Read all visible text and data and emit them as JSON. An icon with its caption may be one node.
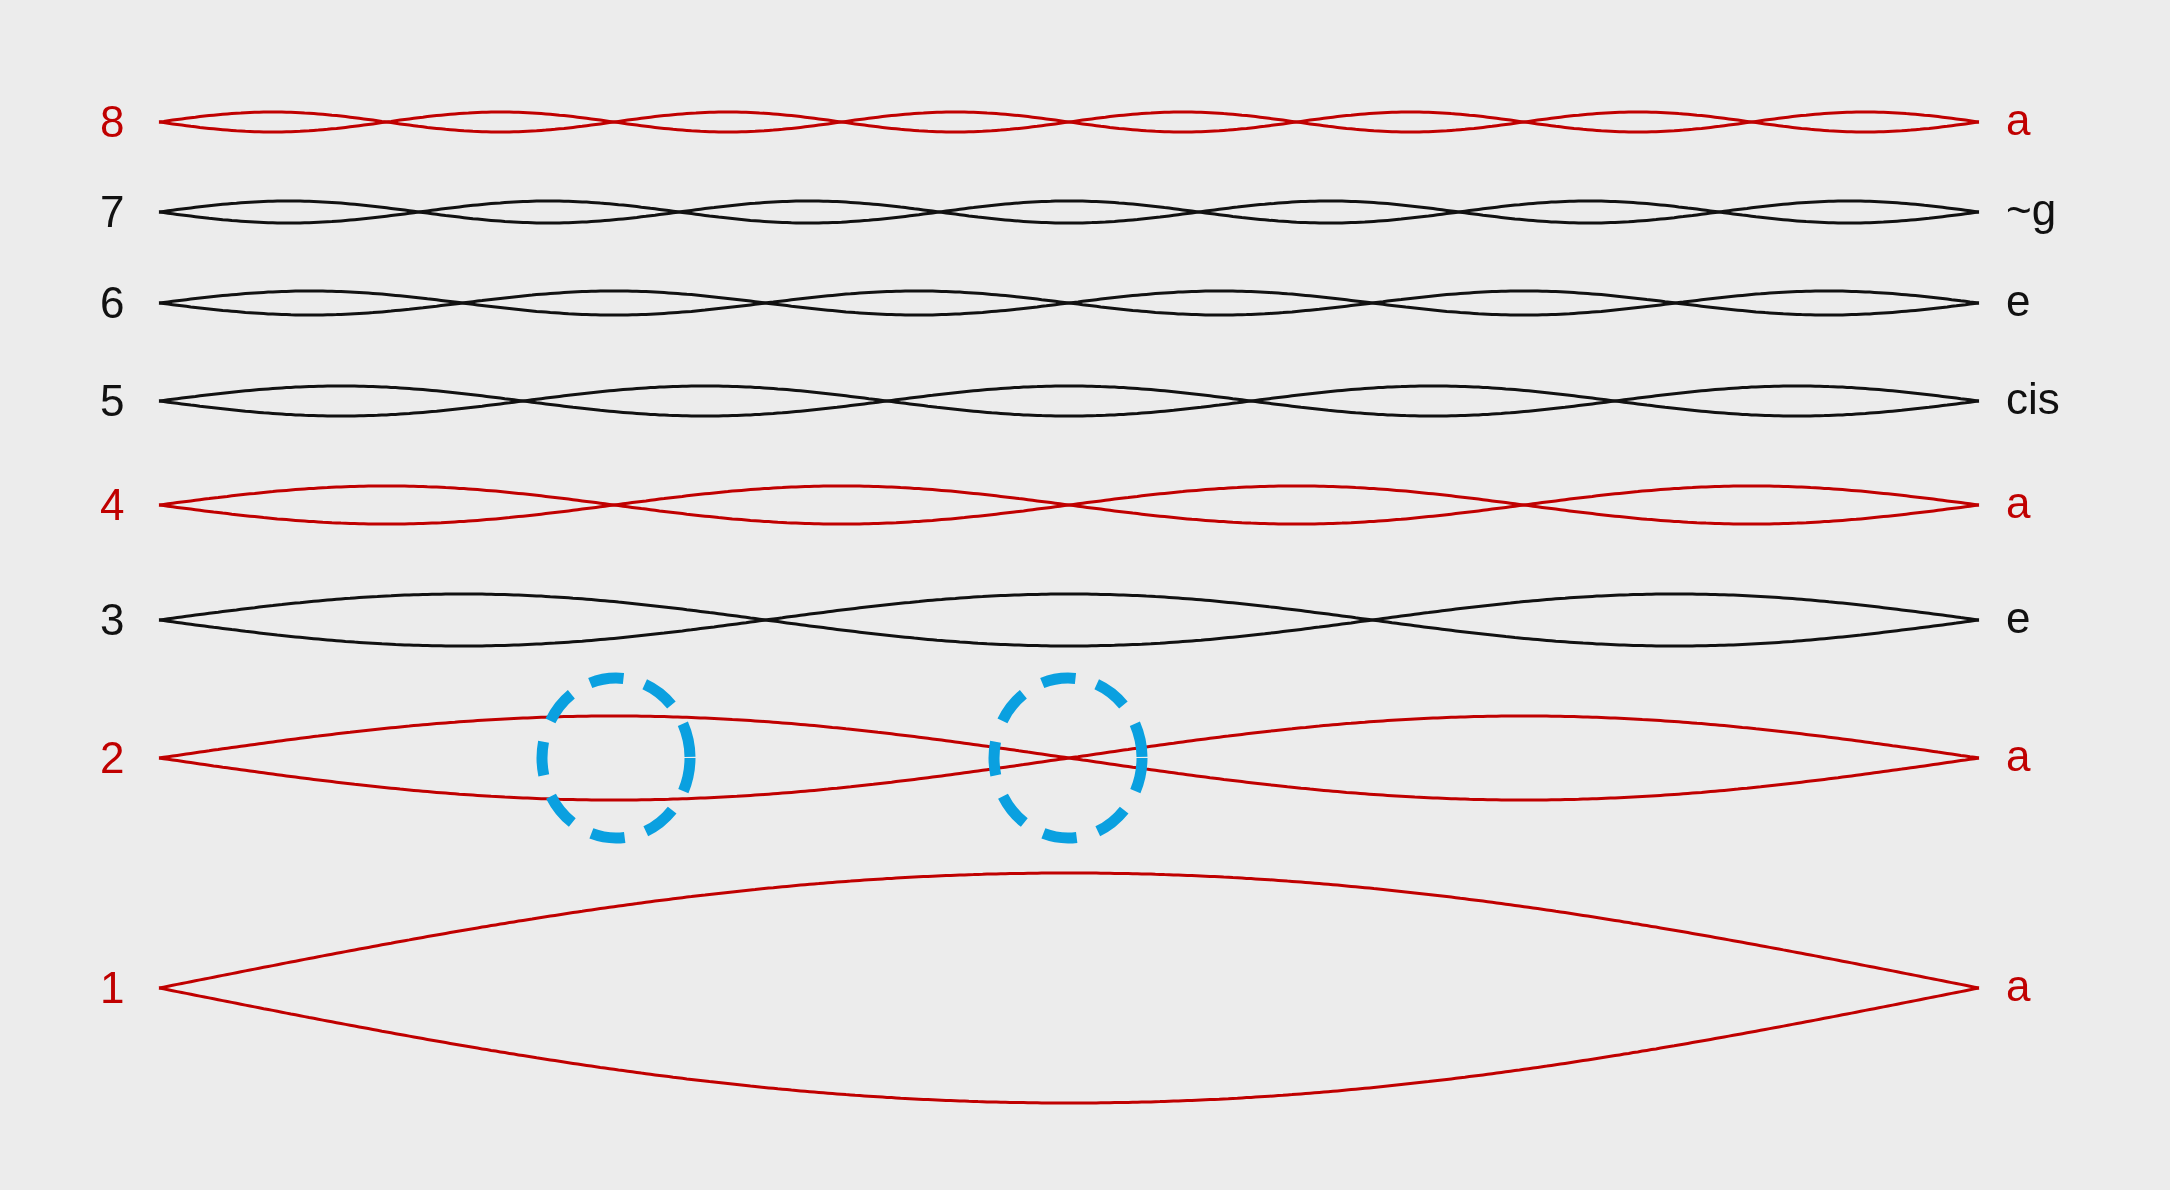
{
  "diagram": {
    "nodes": [
      {
        "text": [],
        "shape": "circle"
      },
      {
        "text": [],
        "shape": "circle"
      }
    ],
    "labels": [
      "8",
      "a",
      "7",
      "~g",
      "6",
      "e",
      "5",
      "cis",
      "4",
      "a",
      "3",
      "e",
      "2",
      "a",
      "1",
      "a"
    ]
  }
}
